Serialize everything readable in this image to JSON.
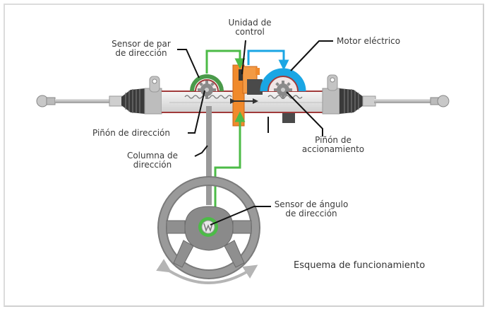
{
  "diagram": {
    "title": "Esquema de funcionamiento",
    "labels": {
      "control_unit": [
        "Unidad de",
        "control"
      ],
      "torque_sensor": [
        "Sensor de par",
        "de dirección"
      ],
      "electric_motor": [
        "Motor eléctrico"
      ],
      "steering_pinion": [
        "Piñón de dirección"
      ],
      "steering_column": [
        "Columna de",
        "dirección"
      ],
      "drive_pinion": [
        "Piñón de",
        "accionamiento"
      ],
      "angle_sensor": [
        "Sensor de ángulo",
        "de dirección"
      ]
    },
    "colors": {
      "signal_green": "#4cbb47",
      "motor_signal_blue": "#1aa6e4",
      "control_unit_orange": "#f08a2c",
      "housing_red": "#a03a3a",
      "steel_gray": "#8c8c8c",
      "dark_gray": "#555555"
    }
  }
}
